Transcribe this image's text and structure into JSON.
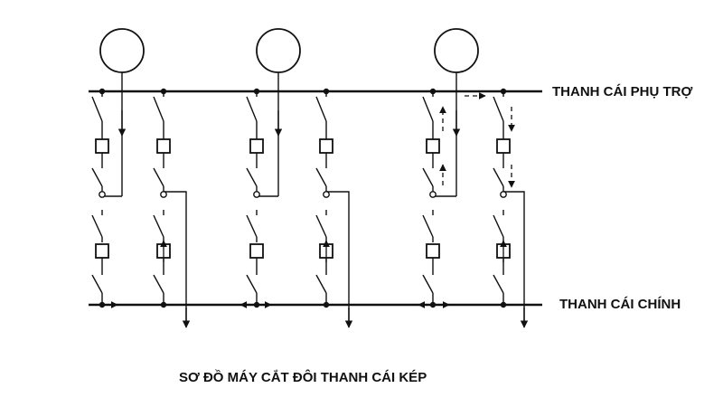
{
  "diagram": {
    "aux_bus_label": "THANH CÁI PHỤ TRỢ",
    "main_bus_label": "THANH CÁI CHÍNH",
    "caption": "SƠ ĐỒ MÁY CẮT ĐÔI THANH CÁI KÉP",
    "generators": 3,
    "feeder_pairs": 3
  }
}
